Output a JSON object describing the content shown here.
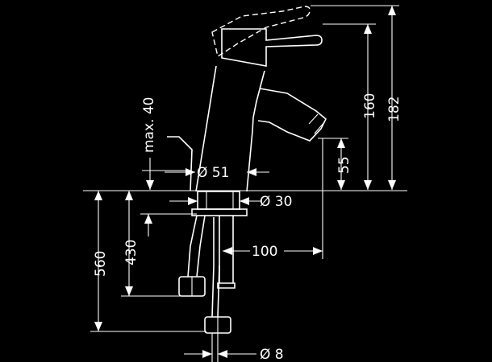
{
  "dimensions": {
    "max_deck": "max. 40",
    "body_diameter": "Ø 51",
    "hole_diameter": "Ø 30",
    "spout_height": "55",
    "spout_reach": "100",
    "total_height_to_lever": "160",
    "total_height": "182",
    "hose_length_430": "430",
    "hose_length_560": "560",
    "connection_diameter": "Ø 8"
  },
  "colors": {
    "background": "#000000",
    "lines": "#ffffff"
  }
}
